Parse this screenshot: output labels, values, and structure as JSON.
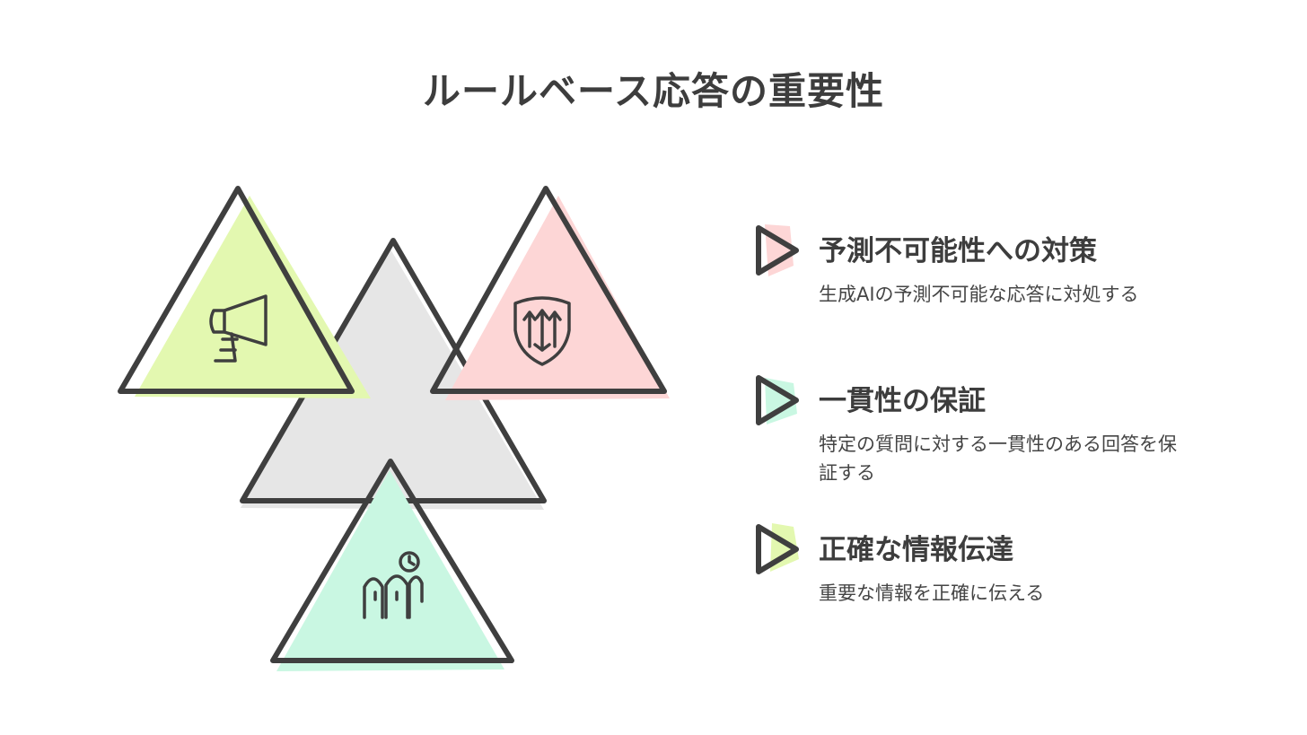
{
  "title": "ルールベース応答の重要性",
  "items": [
    {
      "heading": "予測不可能性への対策",
      "description": "生成AIの予測不可能な応答に対処する",
      "color": "#f8c9c9",
      "icon": "shield-arrows-icon"
    },
    {
      "heading": "一貫性の保証",
      "description": "特定の質問に対する一貫性のある回答を保証する",
      "color": "#c4f5e0",
      "icon": "people-clock-icon"
    },
    {
      "heading": "正確な情報伝達",
      "description": "重要な情報を正確に伝える",
      "color": "#e3f8b0",
      "icon": "megaphone-icon"
    }
  ],
  "colors": {
    "outline": "#3f3f3f",
    "gray_fill": "#e6e6e6",
    "green_fill": "#e3f8b0",
    "red_fill": "#fdd6d6",
    "mint_fill": "#c9f7e2"
  }
}
